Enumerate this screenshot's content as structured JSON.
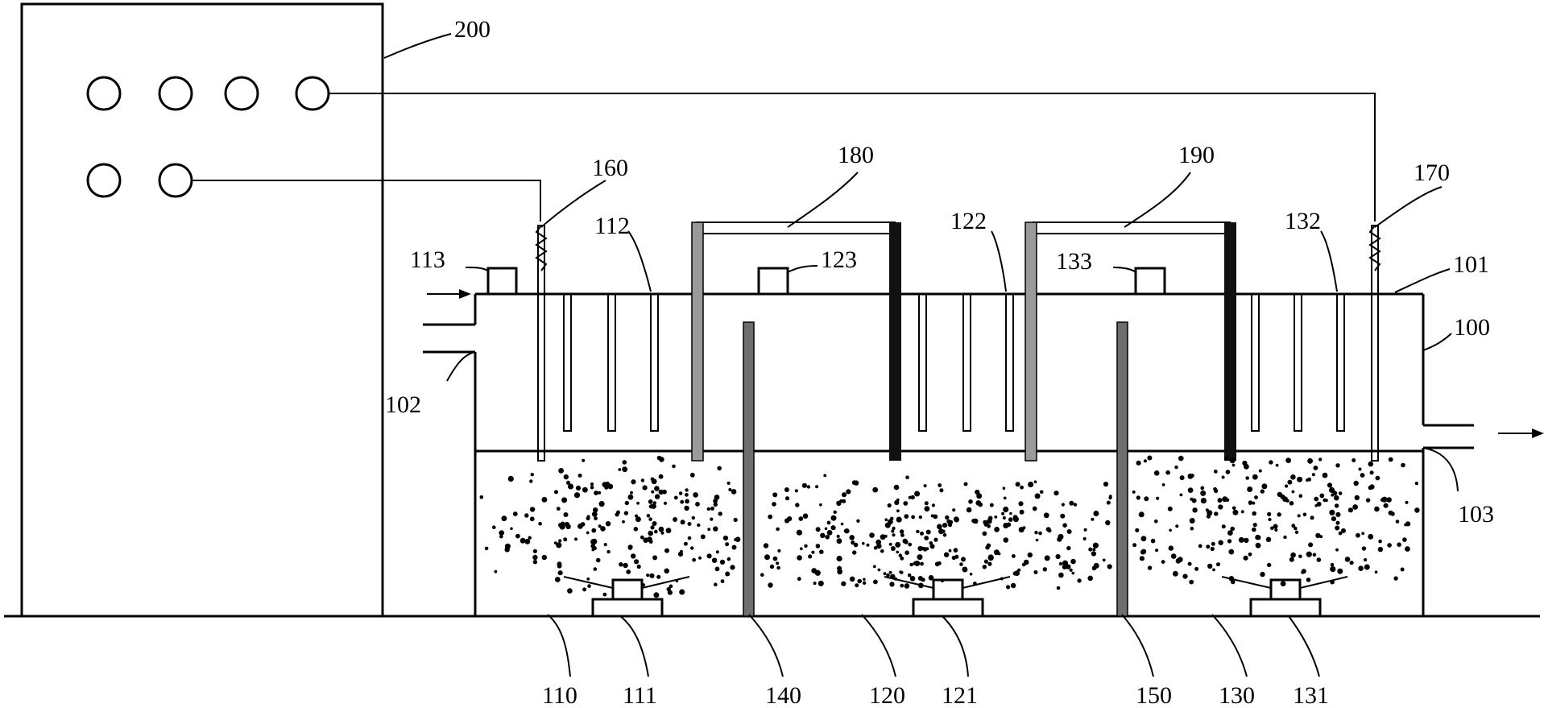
{
  "labels": {
    "l200": "200",
    "l160": "160",
    "l180": "180",
    "l190": "190",
    "l170": "170",
    "l113": "113",
    "l112": "112",
    "l123": "123",
    "l122": "122",
    "l133": "133",
    "l132": "132",
    "l101": "101",
    "l100": "100",
    "l102": "102",
    "l103": "103",
    "l110": "110",
    "l111": "111",
    "l140": "140",
    "l120": "120",
    "l121": "121",
    "l150": "150",
    "l130": "130",
    "l131": "131"
  },
  "colors": {
    "line": "#000000",
    "anode_gray": "#9a9a9a",
    "baffle_gray": "#6e6e6e",
    "cathode_black": "#111111",
    "particles": "#000000"
  }
}
